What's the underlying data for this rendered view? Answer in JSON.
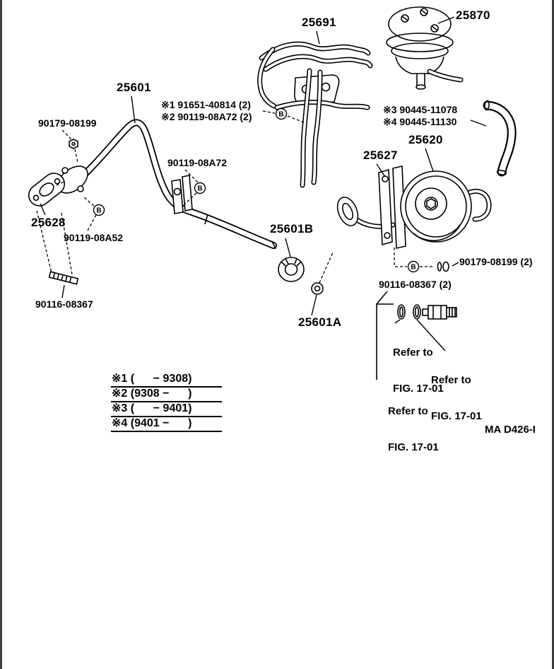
{
  "diagram": {
    "figure_code": "MA D426-I",
    "part_labels": {
      "p25691": "25691",
      "p25870": "25870",
      "p25601": "25601",
      "p25627": "25627",
      "p25620": "25620",
      "p25628": "25628",
      "p25601B": "25601B",
      "p25601A": "25601A"
    },
    "fastener_labels": {
      "n90179_08199": "90179-08199",
      "n91651_40814": "※1 91651-40814 (2)",
      "n90119_08A72_ref": "※2 90119-08A72 (2)",
      "n90445_11078": "※3 90445-11078",
      "n90445_11130": "※4 90445-11130",
      "n90119_08A72": "90119-08A72",
      "n90119_08A52": "90119-08A52",
      "n90179_08199_2": "90179-08199 (2)",
      "n90116_08367_2": "90116-08367 (2)",
      "n90116_08367": "90116-08367"
    },
    "refer_notes": {
      "refer_line1": "Refer to",
      "refer_line2": "FIG. 17-01"
    },
    "legend": {
      "rows": [
        "※1 (      − 9308)",
        "※2 (9308 −      )",
        "※3 (      − 9401)",
        "※4 (9401 −      )"
      ]
    },
    "markers": {
      "b": "B"
    }
  }
}
